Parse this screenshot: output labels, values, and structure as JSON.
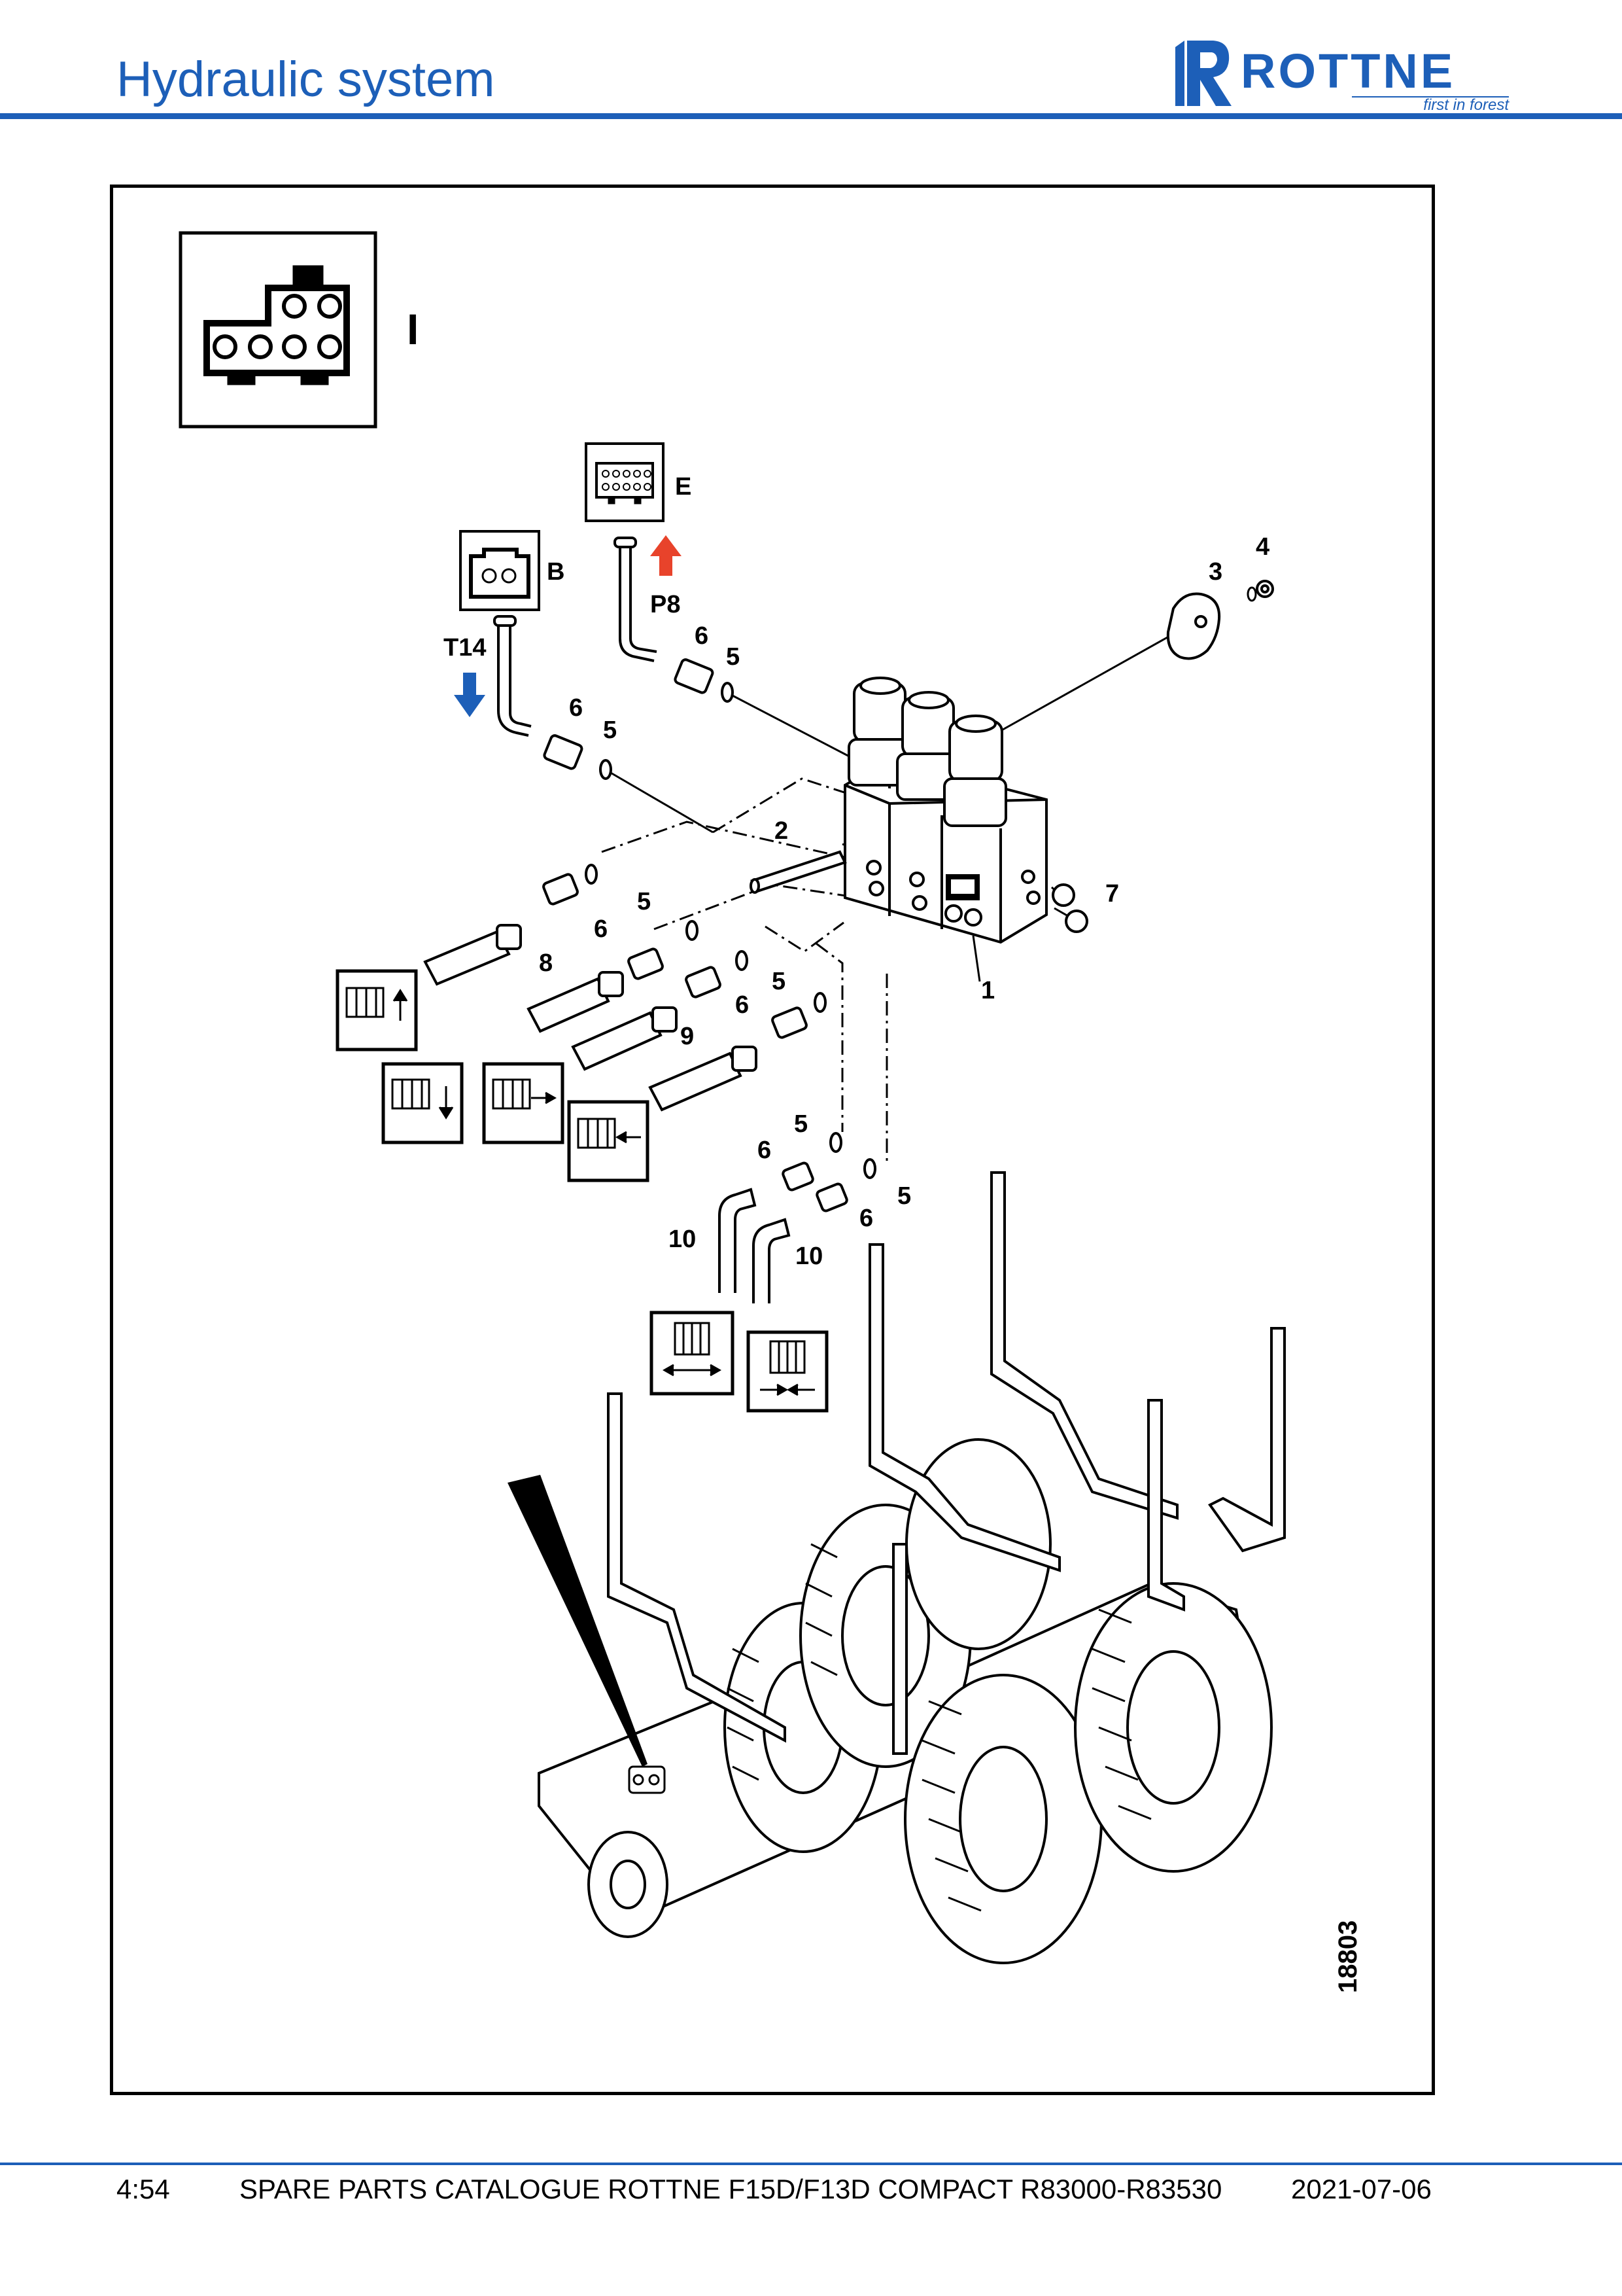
{
  "header": {
    "title": "Hydraulic system"
  },
  "logo": {
    "brand": "ROTTNE",
    "tagline": "first in forest"
  },
  "figure": {
    "view_label": "I",
    "connector_labels": {
      "e": "E",
      "b": "B"
    },
    "port_labels": {
      "p8": "P8",
      "t14": "T14"
    },
    "figure_number": "18803",
    "callouts": {
      "c1": "1",
      "c2": "2",
      "c3": "3",
      "c4": "4",
      "c5a": "5",
      "c5b": "5",
      "c5c": "5",
      "c5d": "5",
      "c5e": "5",
      "c5f": "5",
      "c6a": "6",
      "c6b": "6",
      "c6c": "6",
      "c6d": "6",
      "c6e": "6",
      "c6f": "6",
      "c7": "7",
      "c8": "8",
      "c9": "9",
      "c10a": "10",
      "c10b": "10"
    },
    "colors": {
      "pressure_arrow": "#e8432b",
      "tank_arrow": "#1d5fb8"
    }
  },
  "footer": {
    "page": "4:54",
    "catalogue": "SPARE PARTS CATALOGUE ROTTNE F15D/F13D COMPACT R83000-R83530",
    "date": "2021-07-06"
  }
}
